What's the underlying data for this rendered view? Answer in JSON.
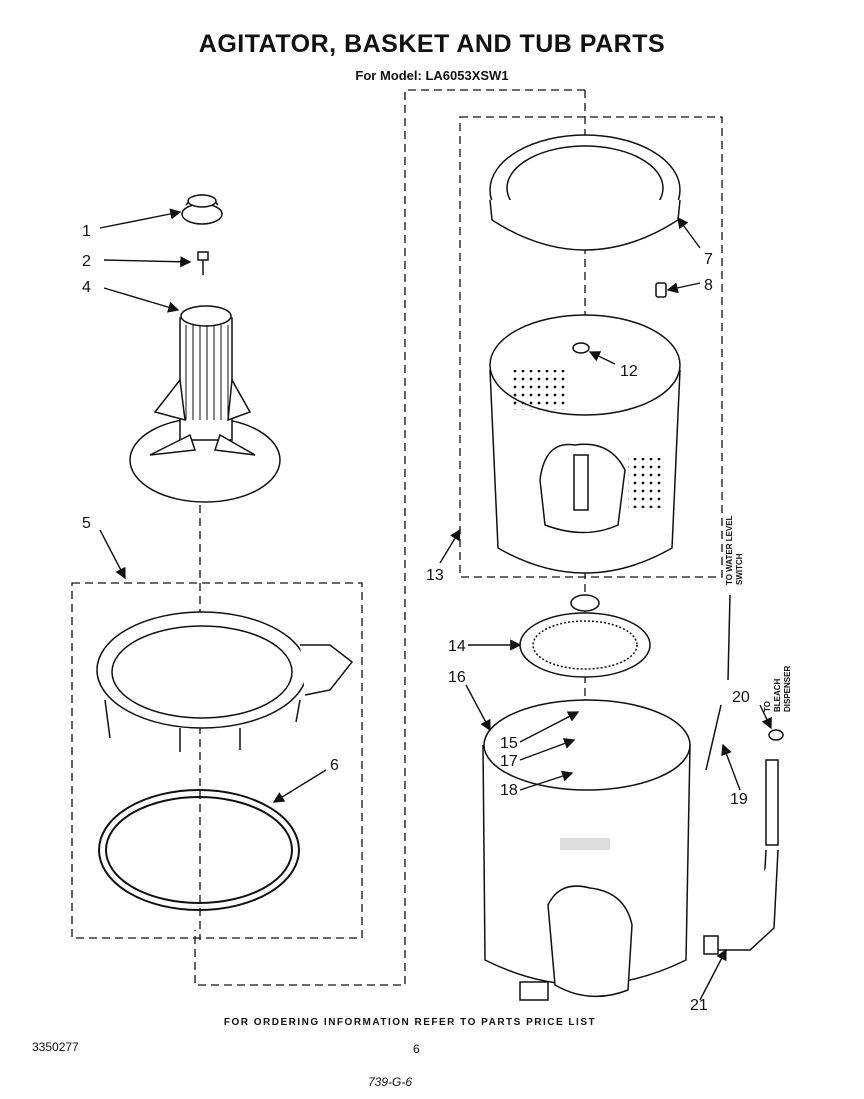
{
  "header": {
    "title": "AGITATOR, BASKET AND TUB PARTS",
    "subtitle": "For Model: LA6053XSW1"
  },
  "callouts": {
    "c1": "1",
    "c2": "2",
    "c4": "4",
    "c5": "5",
    "c6": "6",
    "c7": "7",
    "c8": "8",
    "c12": "12",
    "c13": "13",
    "c14": "14",
    "c15": "15",
    "c16": "16",
    "c17": "17",
    "c18": "18",
    "c19": "19",
    "c20": "20",
    "c21": "21"
  },
  "annotations": {
    "water_level_1": "TO WATER LEVEL",
    "water_level_2": "SWITCH",
    "bleach_1": "TO",
    "bleach_2": "BLEACH",
    "bleach_3": "DISPENSER"
  },
  "footer": {
    "ordering_note": "FOR ORDERING INFORMATION REFER TO PARTS PRICE LIST",
    "doc_number": "3350277",
    "page_number": "6",
    "handwritten": "739-G-6"
  }
}
